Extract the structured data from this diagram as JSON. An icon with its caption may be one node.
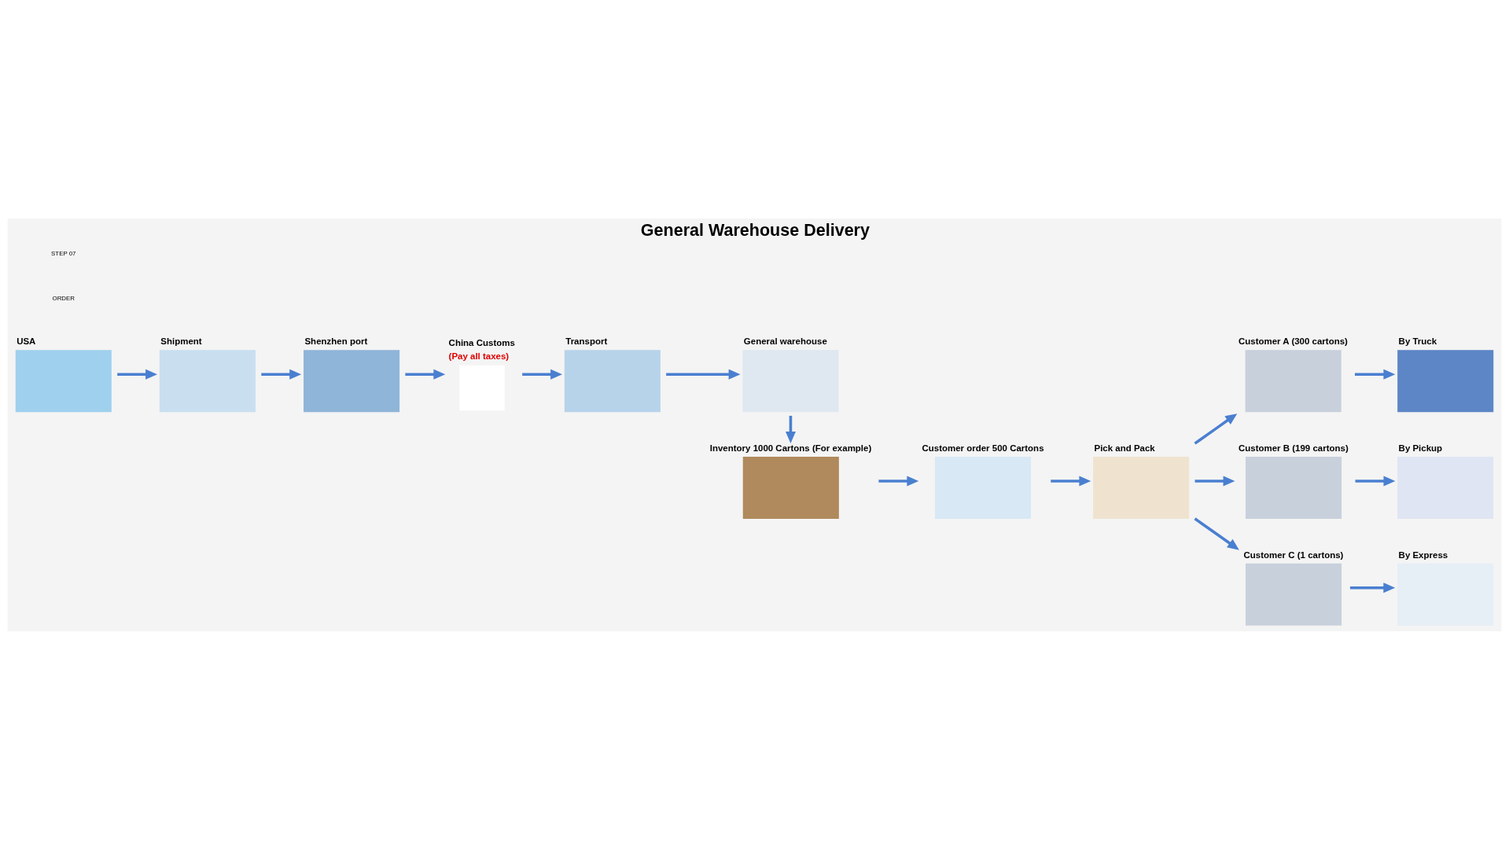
{
  "diagram": {
    "title": "General Warehouse Delivery",
    "nodes": [
      {
        "text": [
          "USA"
        ]
      },
      {
        "text": [
          "Shipment"
        ]
      },
      {
        "text": [
          "Shenzhen port"
        ]
      },
      {
        "text": [
          "China Customs",
          "(Pay all taxes)"
        ]
      },
      {
        "text": [
          "Transport"
        ]
      },
      {
        "text": [
          "General warehouse"
        ]
      },
      {
        "text": [
          "Inventory 1000 Cartons (For example)"
        ]
      },
      {
        "text": [
          "Customer order 500 Cartons"
        ]
      },
      {
        "text": [
          "Pick and Pack"
        ]
      },
      {
        "text": [
          "Customer A (300 cartons)"
        ]
      },
      {
        "text": [
          "Customer B (199 cartons)"
        ]
      },
      {
        "text": [
          "Customer C (1 cartons)"
        ]
      },
      {
        "text": [
          "By Truck"
        ]
      },
      {
        "text": [
          "By Pickup"
        ]
      },
      {
        "text": [
          "By Express"
        ]
      }
    ],
    "edges": [
      {
        "from": 0,
        "to": 1,
        "arrow": "to"
      },
      {
        "from": 1,
        "to": 2,
        "arrow": "to"
      },
      {
        "from": 2,
        "to": 3,
        "arrow": "to"
      },
      {
        "from": 3,
        "to": 4,
        "arrow": "to"
      },
      {
        "from": 4,
        "to": 5,
        "arrow": "to"
      },
      {
        "from": 5,
        "to": 6,
        "arrow": "to"
      },
      {
        "from": 6,
        "to": 7,
        "arrow": "to"
      },
      {
        "from": 7,
        "to": 8,
        "arrow": "to"
      },
      {
        "from": 8,
        "to": 9,
        "arrow": "to"
      },
      {
        "from": 8,
        "to": 10,
        "arrow": "to"
      },
      {
        "from": 8,
        "to": 11,
        "arrow": "to"
      },
      {
        "from": 9,
        "to": 12,
        "arrow": "to"
      },
      {
        "from": 10,
        "to": 13,
        "arrow": "to"
      },
      {
        "from": 11,
        "to": 14,
        "arrow": "to"
      }
    ],
    "labels": [
      "ORDER",
      "STEP 07"
    ]
  }
}
